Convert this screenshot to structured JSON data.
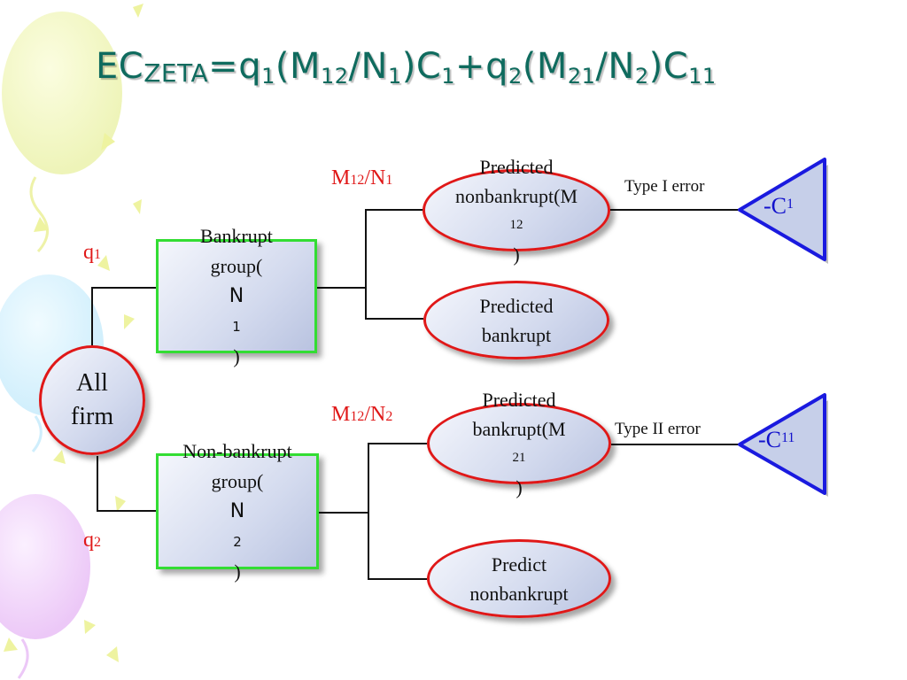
{
  "title": {
    "main": "EC",
    "zeta": "ZETA",
    "p1": "=q",
    "s1": "1",
    "p2": "(M",
    "s2": "12",
    "p3": "/N",
    "s3": "1",
    "p4": ")C",
    "s4": "1",
    "p5": "+q",
    "s5": "2",
    "p6": "(M",
    "s6": "21",
    "p7": "/N",
    "s7": "2",
    "p8": ")C",
    "s8": "11"
  },
  "root": {
    "line1": "All",
    "line2": "firm"
  },
  "q1": {
    "base": "q",
    "sub": "1"
  },
  "q2": {
    "base": "q",
    "sub": "2"
  },
  "bankrupt_group": {
    "line1": "Bankrupt",
    "line2": "group(",
    "n": "N",
    "nsub": "1",
    "close": ")"
  },
  "nonbankrupt_group": {
    "line1": "Non-bankrupt",
    "line2": "group(",
    "n": "N",
    "nsub": "2",
    "close": ")"
  },
  "ratio1": {
    "m": "M",
    "msub": "12",
    "slash": "/",
    "n": "N",
    "nsub": "1"
  },
  "ratio2": {
    "m": "M",
    "msub": "12",
    "slash": "/",
    "n": "N",
    "nsub": "2"
  },
  "outcome1": {
    "line1": "Predicted",
    "line2": "nonbankrupt(M",
    "sub": "12",
    "close": ")"
  },
  "outcome2": {
    "line1": "Predicted",
    "line2": "bankrupt"
  },
  "outcome3": {
    "line1": "Predicted",
    "line2": "bankrupt(M",
    "sub": "21",
    "close": ")"
  },
  "outcome4": {
    "line1": "Predict",
    "line2": "nonbankrupt"
  },
  "type1_error": "Type I error",
  "type2_error": "Type II error",
  "cost1": {
    "base": "-C",
    "sub": "1"
  },
  "cost2": {
    "base": "-C",
    "sub": "11"
  },
  "colors": {
    "title": "#0f6b5e",
    "ellipse_border": "#e01818",
    "rect_border": "#33dd33",
    "triangle_border": "#1a1adf",
    "label_red": "#e01818",
    "cost_text": "#1111cc",
    "node_fill": "#c9d1ea"
  }
}
